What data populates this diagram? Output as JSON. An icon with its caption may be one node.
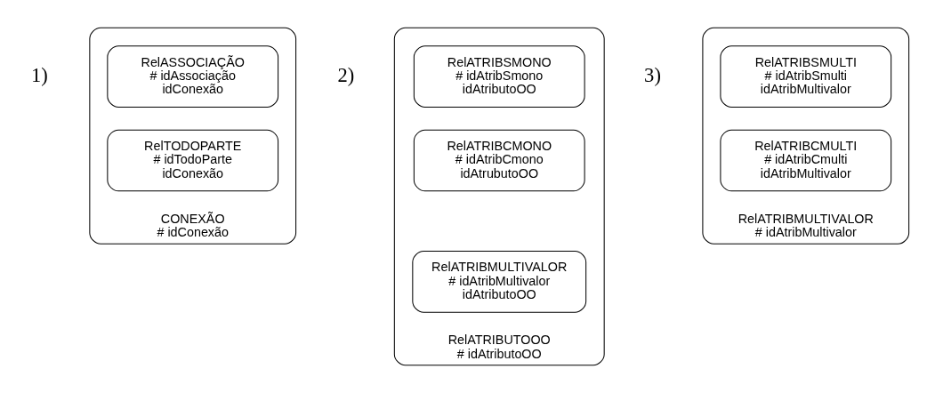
{
  "diagram": {
    "nodes": [
      {
        "text": [
          "CONEXÃO",
          "# idConexão"
        ]
      },
      {
        "text": [
          "RelASSOCIAÇÃO",
          "# idAssociação",
          "idConexão"
        ],
        "in": 0
      },
      {
        "text": [
          "RelTODOPARTE",
          "# idTodoParte",
          "idConexão"
        ],
        "in": 0
      },
      {
        "text": [
          "RelATRIBUTOOO",
          "# idAtributoOO"
        ]
      },
      {
        "text": [
          "RelATRIBSMONO",
          "# idAtribSmono",
          "idAtributoOO"
        ],
        "in": 3
      },
      {
        "text": [
          "RelATRIBCMONO",
          "# idAtribCmono",
          "idAtrubutoOO"
        ],
        "in": 3
      },
      {
        "text": [
          "RelATRIBMULTIVALOR",
          "# idAtribMultivalor",
          "idAtributoOO"
        ],
        "in": 3
      },
      {
        "text": [
          "RelATRIBMULTIVALOR",
          "# idAtribMultivalor"
        ]
      },
      {
        "text": [
          "RelATRIBSMULTI",
          "# idAtribSmulti",
          "idAtribMultivalor"
        ],
        "in": 7
      },
      {
        "text": [
          "RelATRIBCMULTI",
          "# idAtribCmulti",
          "idAtribMultivalor"
        ],
        "in": 7
      }
    ],
    "edges": [],
    "labels": [
      "1)",
      "2)",
      "3)"
    ]
  }
}
